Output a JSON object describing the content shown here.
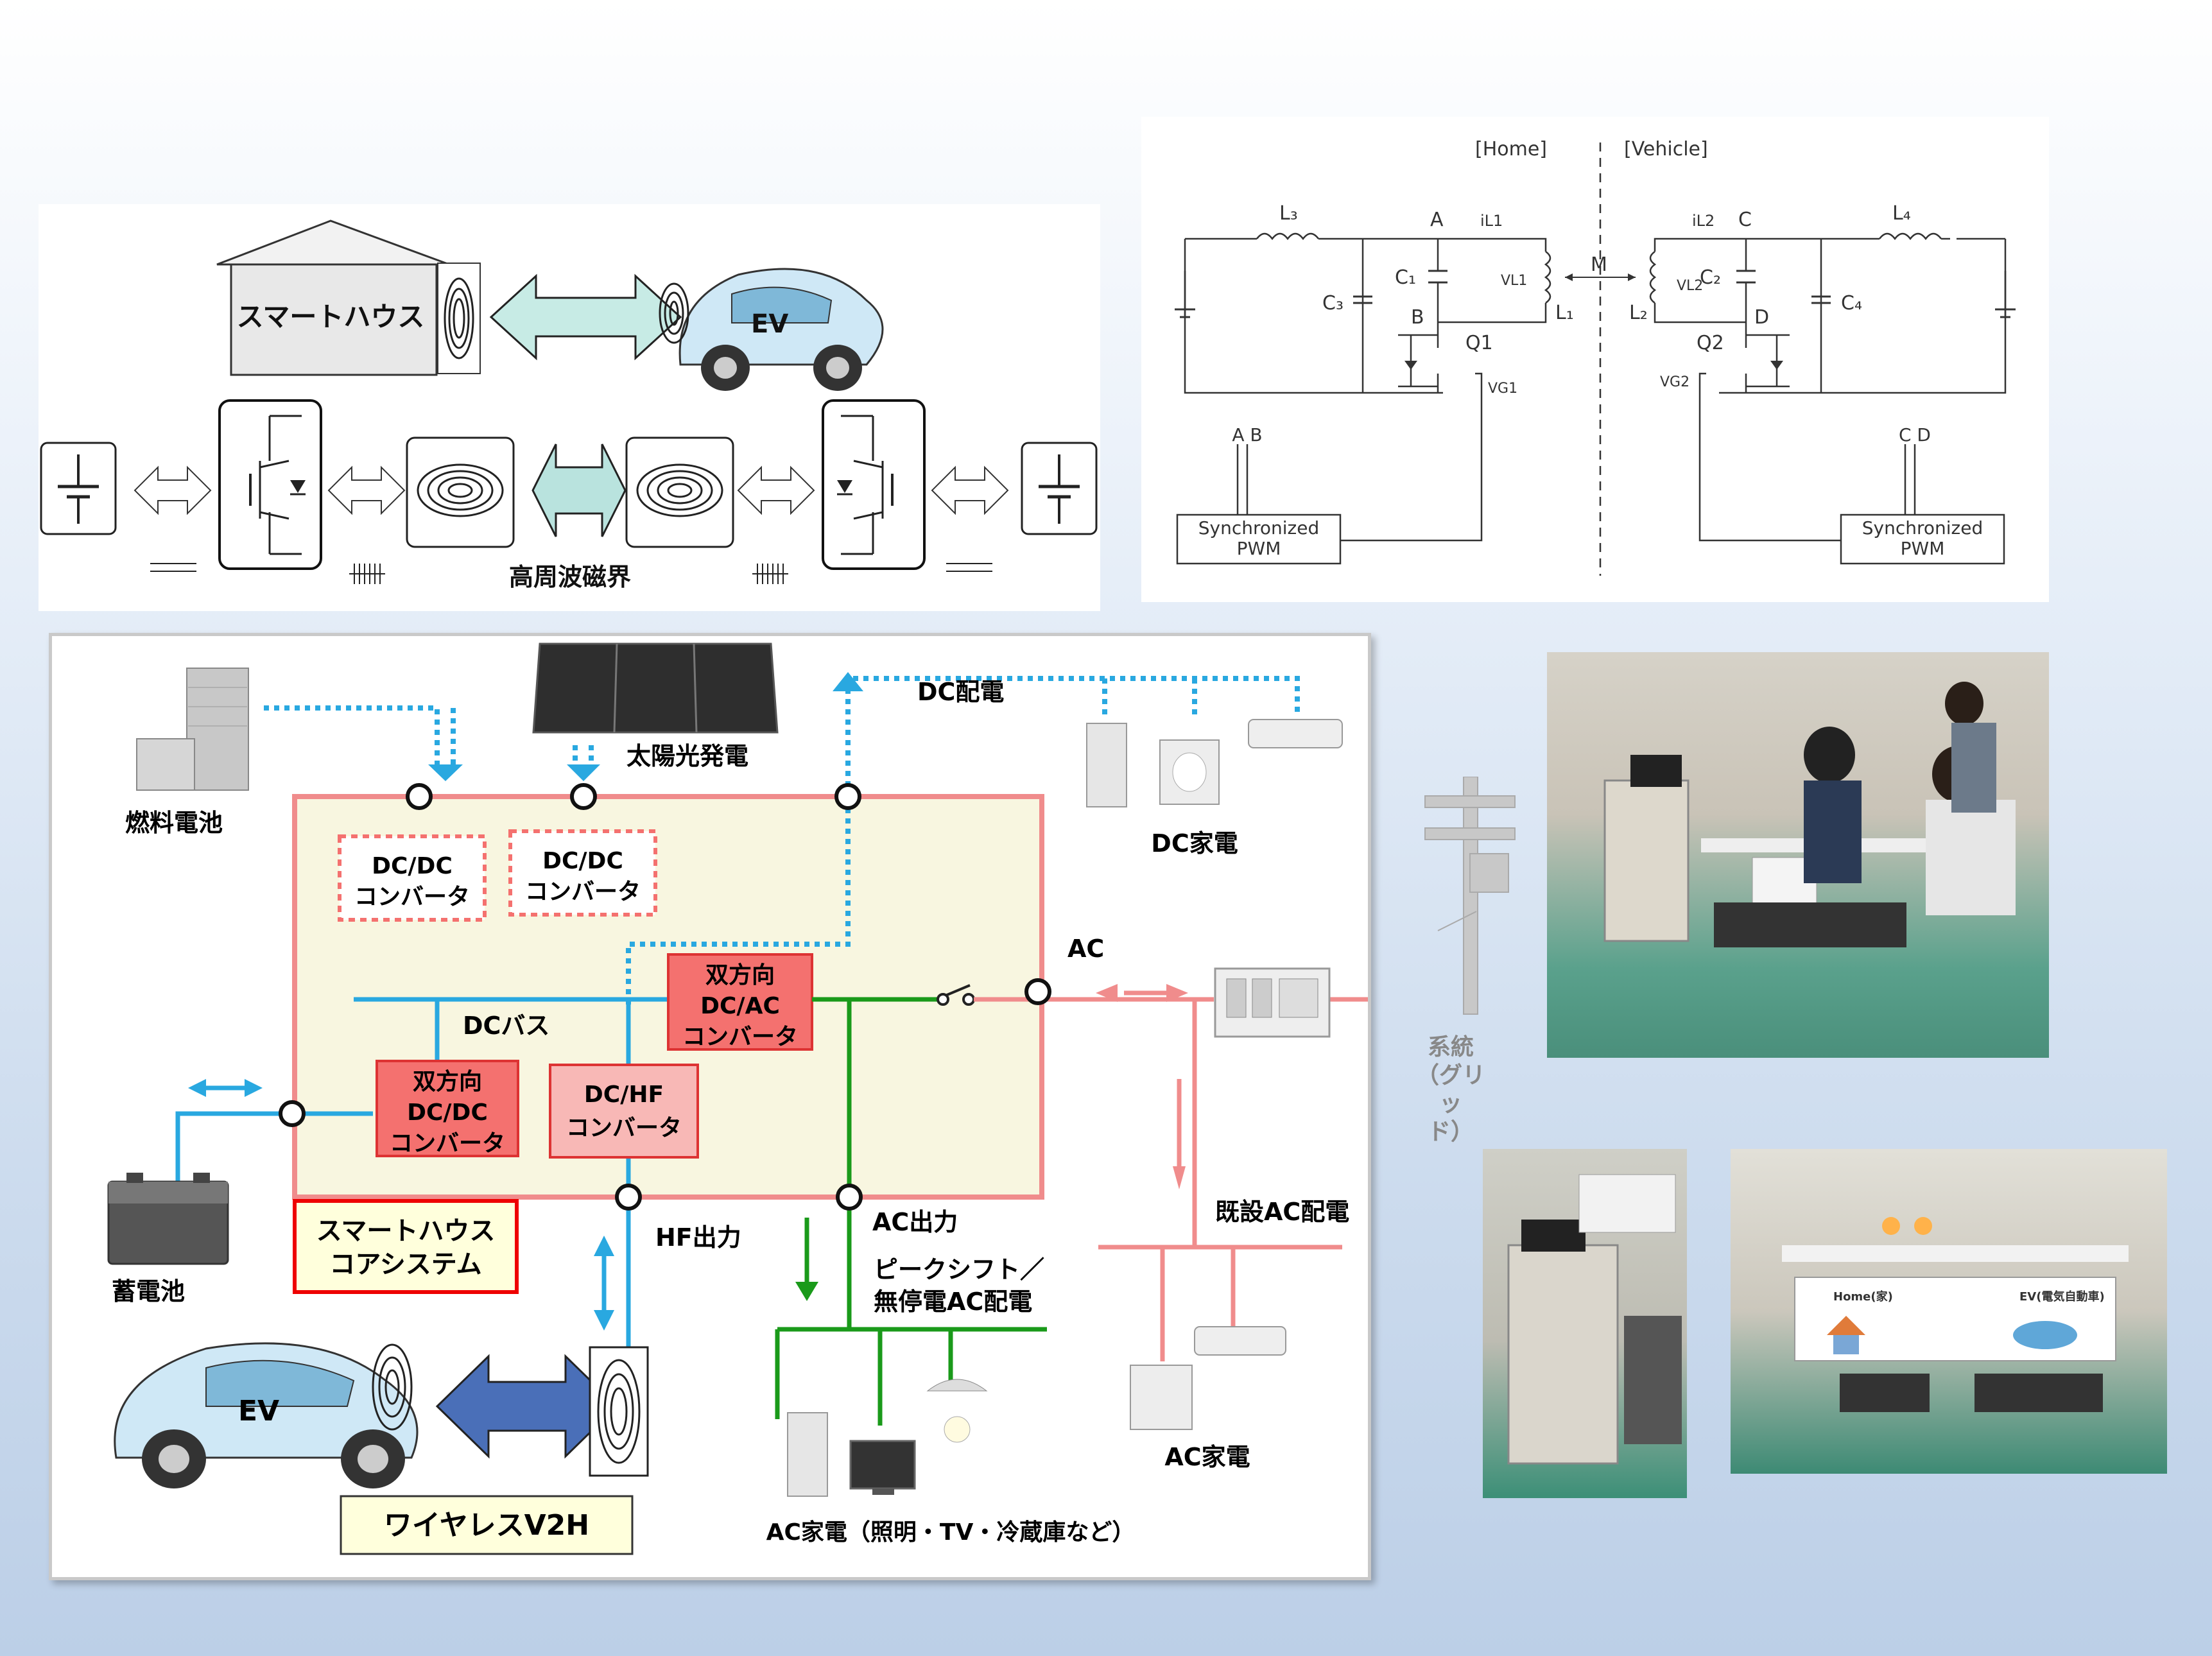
{
  "top_left": {
    "house_label": "スマートハウス",
    "ev_label": "EV",
    "hf_field_label": "高周波磁界"
  },
  "circuit": {
    "home_label": "[Home]",
    "vehicle_label": "[Vehicle]",
    "labels": {
      "L3": "L₃",
      "L4": "L₄",
      "C3": "C₃",
      "C4": "C₄",
      "C1": "C₁",
      "C2": "C₂",
      "L1": "L₁",
      "L2": "L₂",
      "A": "A",
      "B": "B",
      "C": "C",
      "D": "D",
      "M": "M",
      "Q1": "Q1",
      "Q2": "Q2",
      "iL1": "iL1",
      "iL2": "iL2",
      "vL1": "VL1",
      "vL2": "VL2",
      "vG1": "VG1",
      "vG2": "VG2",
      "ab": "A B",
      "cd": "C D"
    },
    "pwm_line1": "Synchronized",
    "pwm_line2": "PWM"
  },
  "system": {
    "fuel_cell": "燃料電池",
    "solar": "太陽光発電",
    "dc_distribution": "DC配電",
    "dc_appliances": "DC家電",
    "dcdc_1_line1": "DC/DC",
    "dcdc_1_line2": "コンバータ",
    "dcdc_2_line1": "DC/DC",
    "dcdc_2_line2": "コンバータ",
    "bidir_dcac_line1": "双方向",
    "bidir_dcac_line2": "DC/AC",
    "bidir_dcac_line3": "コンバータ",
    "dc_bus": "DCバス",
    "ac": "AC",
    "bidir_dcdc_line1": "双方向",
    "bidir_dcdc_line2": "DC/DC",
    "bidir_dcdc_line3": "コンバータ",
    "dchf_line1": "DC/HF",
    "dchf_line2": "コンバータ",
    "grid_line1": "系統",
    "grid_line2": "（グリッ",
    "grid_line3": "ド）",
    "battery": "蓄電池",
    "core_line1": "スマートハウス",
    "core_line2": "コアシステム",
    "hf_output": "HF出力",
    "ac_output": "AC出力",
    "existing_ac": "既設AC配電",
    "peakshift_line1": "ピークシフト／",
    "peakshift_line2": "無停電AC配電",
    "ev": "EV",
    "wireless_v2h": "ワイヤレスV2H",
    "ac_appliances_main": "AC家電（照明・TV・冷蔵庫など）",
    "ac_appliances": "AC家電"
  },
  "photos": {
    "booth_sign_home": "Home(家)",
    "booth_sign_ev": "EV(電気自動車)"
  },
  "colors": {
    "pink": "#f08c8c",
    "red_box": "#f4716f",
    "blue": "#29a8e0",
    "green": "#1a9a1a",
    "cream": "#f8f6e0"
  }
}
